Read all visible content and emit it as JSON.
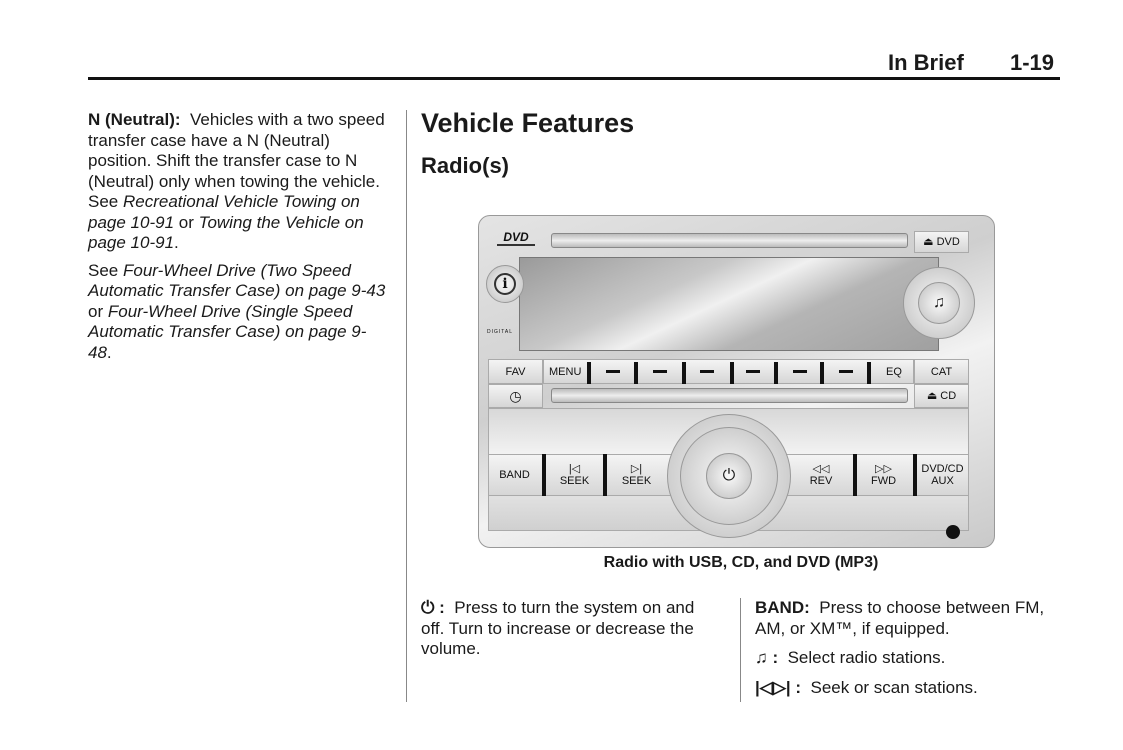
{
  "header": {
    "section": "In Brief",
    "page": "1-19"
  },
  "left": {
    "p1_bold": "N (Neutral):",
    "p1_text": "Vehicles with a two speed transfer case have a N (Neutral) position. Shift the transfer case to N (Neutral) only when towing the vehicle. See",
    "p1_link1": "Recreational Vehicle Towing on page 10-91",
    "p1_or": "or",
    "p1_link2": "Towing the Vehicle on page 10-91",
    "p2_see": "See",
    "p2_link1": "Four-Wheel Drive (Two Speed Automatic Transfer Case) on page 9-43",
    "p2_or": "or",
    "p2_link2": "Four-Wheel Drive (Single Speed Automatic Transfer Case) on page 9-48"
  },
  "main": {
    "title": "Vehicle Features",
    "subtitle": "Radio(s)",
    "caption": "Radio with USB, CD, and DVD (MP3)",
    "radio": {
      "dvd_logo": "DVD",
      "eject_dvd": "DVD",
      "fav": "FAV",
      "menu": "MENU",
      "eq": "EQ",
      "cat": "CAT",
      "eject_cd": "CD",
      "band": "BAND",
      "seek_back": "SEEK",
      "seek_fwd": "SEEK",
      "rev": "REV",
      "fwd": "FWD",
      "dvdcd": "DVD/CD",
      "aux": "AUX",
      "dolby": "DIGITAL"
    },
    "power_desc": "Press to turn the system on and off. Turn to increase or decrease the volume.",
    "band_label": "BAND:",
    "band_desc": "Press to choose between FM, AM, or XM™, if equipped.",
    "tune_desc": "Select radio stations.",
    "seek_desc": "Seek or scan stations."
  }
}
